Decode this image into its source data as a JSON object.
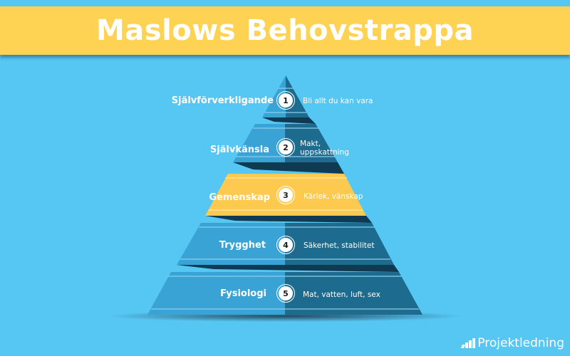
{
  "title": "Maslows Behovstrappa",
  "colors": {
    "background": "#56c6f2",
    "title_bar": "#fed353",
    "tier_light": "#3aa3d6",
    "tier_dark": "#1d6b8f",
    "tier_highlight": "#fdca4f",
    "shadow": "#0f3a52"
  },
  "tiers": [
    {
      "number": "1",
      "label": "Självförverkligande",
      "description": "Bli allt du kan vara"
    },
    {
      "number": "2",
      "label": "Självkänsla",
      "description_line1": "Makt,",
      "description_line2": "uppskattning"
    },
    {
      "number": "3",
      "label": "Gemenskap",
      "description": "Kärlek, vänskap",
      "highlighted": true
    },
    {
      "number": "4",
      "label": "Trygghet",
      "description": "Säkerhet, stabilitet"
    },
    {
      "number": "5",
      "label": "Fysiologi",
      "description": "Mat, vatten, luft, sex"
    }
  ],
  "brand": {
    "name": "Projektledning",
    "icon": "bar-chart-icon"
  }
}
